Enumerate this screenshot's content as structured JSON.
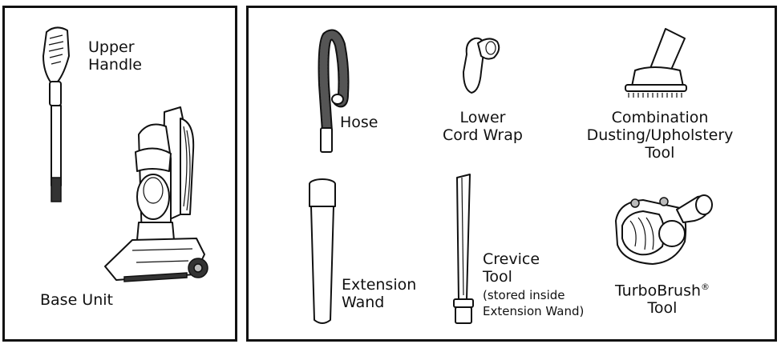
{
  "left_panel": {
    "upper_handle": [
      "Upper",
      "Handle"
    ],
    "base_unit": "Base Unit"
  },
  "right_panel": {
    "hose": "Hose",
    "lower_cord_wrap": [
      "Lower",
      "Cord Wrap"
    ],
    "combination_tool": [
      "Combination",
      "Dusting/Upholstery",
      "Tool"
    ],
    "extension_wand": [
      "Extension",
      "Wand"
    ],
    "crevice_tool": [
      "Crevice",
      "Tool"
    ],
    "crevice_note": [
      "(stored inside",
      "Extension Wand)"
    ],
    "turbobrush": "TurboBrush",
    "turbobrush_mark": "®",
    "turbobrush_tool": "Tool"
  },
  "icons": [
    "upper-handle-icon",
    "base-unit-icon",
    "hose-icon",
    "cord-wrap-icon",
    "combination-tool-icon",
    "extension-wand-icon",
    "crevice-tool-icon",
    "turbobrush-icon"
  ]
}
